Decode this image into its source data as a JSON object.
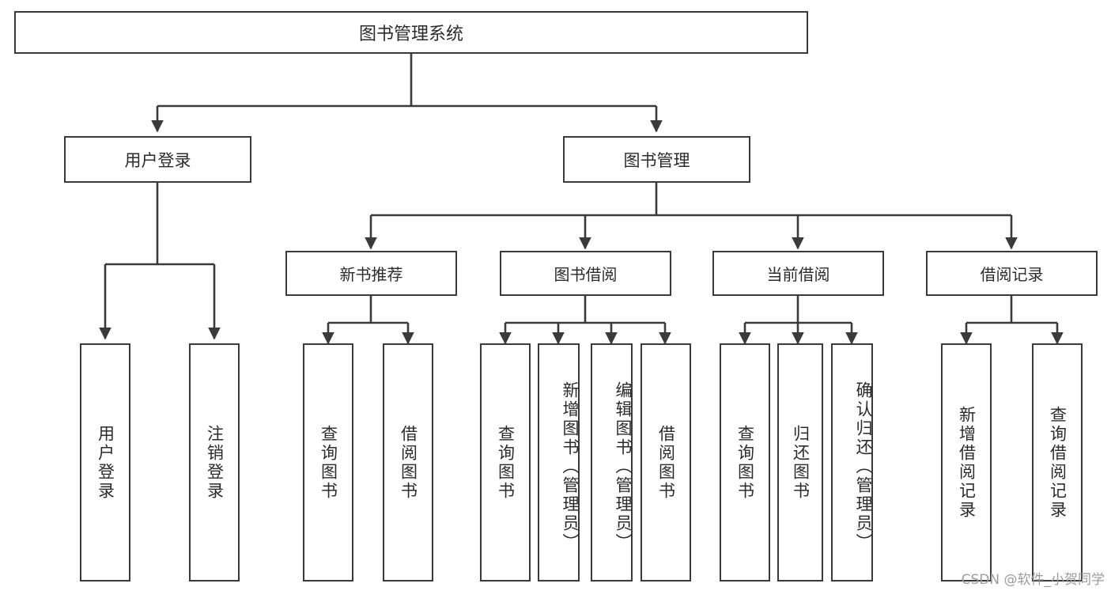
{
  "diagram": {
    "title": "图书管理系统",
    "type": "tree-hierarchy-diagram",
    "watermark": "CSDN @软件_小贺同学",
    "colors": {
      "background": "#ffffff",
      "box_border": "#3a3a3a",
      "box_fill": "#ffffff",
      "text": "#2b2b2b",
      "connector": "#3a3a3a",
      "watermark": "#9c9c9c"
    },
    "root": {
      "label": "图书管理系统"
    },
    "level2": [
      {
        "id": "user-login",
        "label": "用户登录"
      },
      {
        "id": "book-manage",
        "label": "图书管理"
      }
    ],
    "level3": [
      {
        "id": "new-book-rec",
        "label": "新书推荐",
        "parent": "book-manage"
      },
      {
        "id": "book-borrow",
        "label": "图书借阅",
        "parent": "book-manage"
      },
      {
        "id": "current-borrow",
        "label": "当前借阅",
        "parent": "book-manage"
      },
      {
        "id": "borrow-record",
        "label": "借阅记录",
        "parent": "book-manage"
      }
    ],
    "leaves": [
      {
        "id": "leaf-user-login",
        "label": "用户登录",
        "parent": "user-login"
      },
      {
        "id": "leaf-logout",
        "label": "注销登录",
        "parent": "user-login"
      },
      {
        "id": "leaf-query-book-rec",
        "label": "查询图书",
        "parent": "new-book-rec"
      },
      {
        "id": "leaf-borrow-book-rec",
        "label": "借阅图书",
        "parent": "new-book-rec"
      },
      {
        "id": "leaf-query-book-borrow",
        "label": "查询图书",
        "parent": "book-borrow"
      },
      {
        "id": "leaf-add-book",
        "label": "新增图书（管理员）",
        "parent": "book-borrow"
      },
      {
        "id": "leaf-edit-book",
        "label": "编辑图书（管理员）",
        "parent": "book-borrow"
      },
      {
        "id": "leaf-borrow-book",
        "label": "借阅图书",
        "parent": "book-borrow"
      },
      {
        "id": "leaf-query-book-current",
        "label": "查询图书",
        "parent": "current-borrow"
      },
      {
        "id": "leaf-return-book",
        "label": "归还图书",
        "parent": "current-borrow"
      },
      {
        "id": "leaf-confirm-return",
        "label": "确认归还（管理员）",
        "parent": "current-borrow"
      },
      {
        "id": "leaf-add-record",
        "label": "新增借阅记录",
        "parent": "borrow-record"
      },
      {
        "id": "leaf-query-record",
        "label": "查询借阅记录",
        "parent": "borrow-record"
      }
    ]
  }
}
